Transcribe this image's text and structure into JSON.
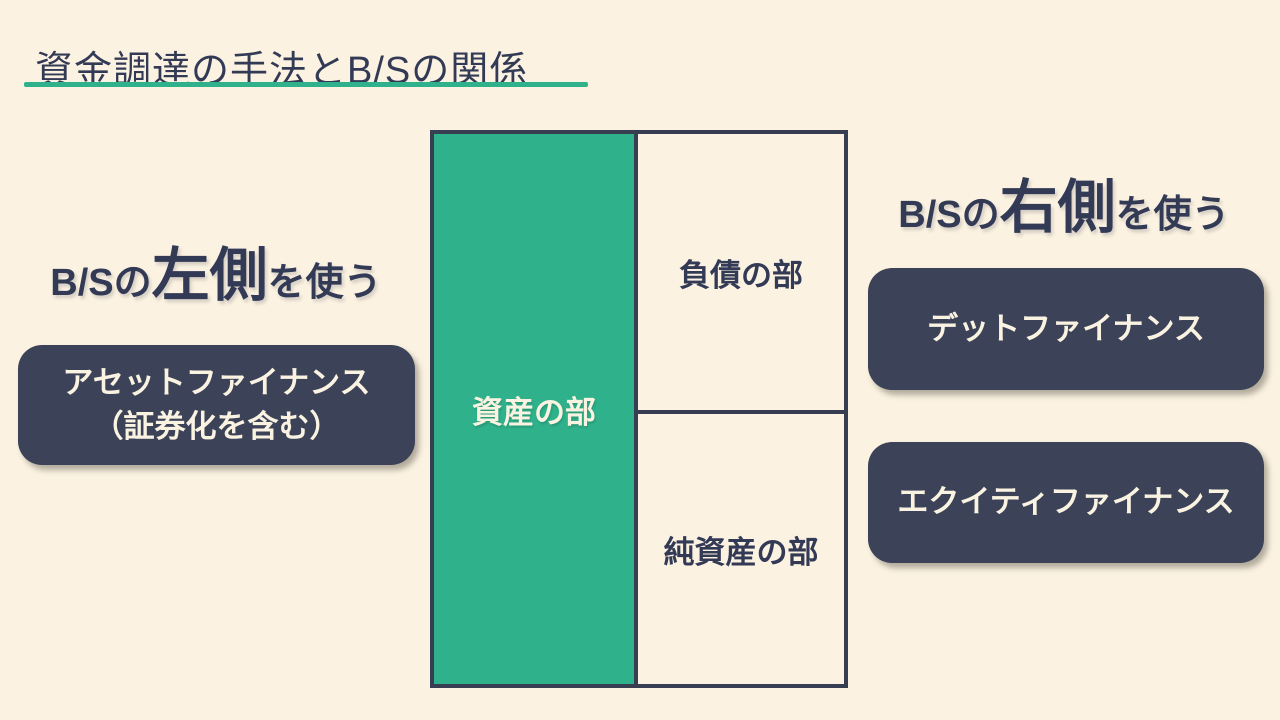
{
  "slide": {
    "title": "資金調達の手法とB/Sの関係"
  },
  "balance_sheet": {
    "assets": "資産の部",
    "liabilities": "負債の部",
    "net_assets": "純資産の部"
  },
  "left": {
    "heading_prefix": "B/Sの",
    "heading_emphasis": "左側",
    "heading_suffix": "を使う",
    "box_line1": "アセットファイナンス",
    "box_line2": "（証券化を含む）"
  },
  "right": {
    "heading_prefix": "B/Sの",
    "heading_emphasis": "右側",
    "heading_suffix": "を使う",
    "debt_box": "デットファイナンス",
    "equity_box": "エクイティファイナンス"
  },
  "colors": {
    "background": "#FBF2E1",
    "accent_green": "#2FB28B",
    "panel_navy": "#3C4257",
    "border_navy": "#383E52",
    "text_navy": "#333A55",
    "text_cream": "#FAF3E2"
  }
}
